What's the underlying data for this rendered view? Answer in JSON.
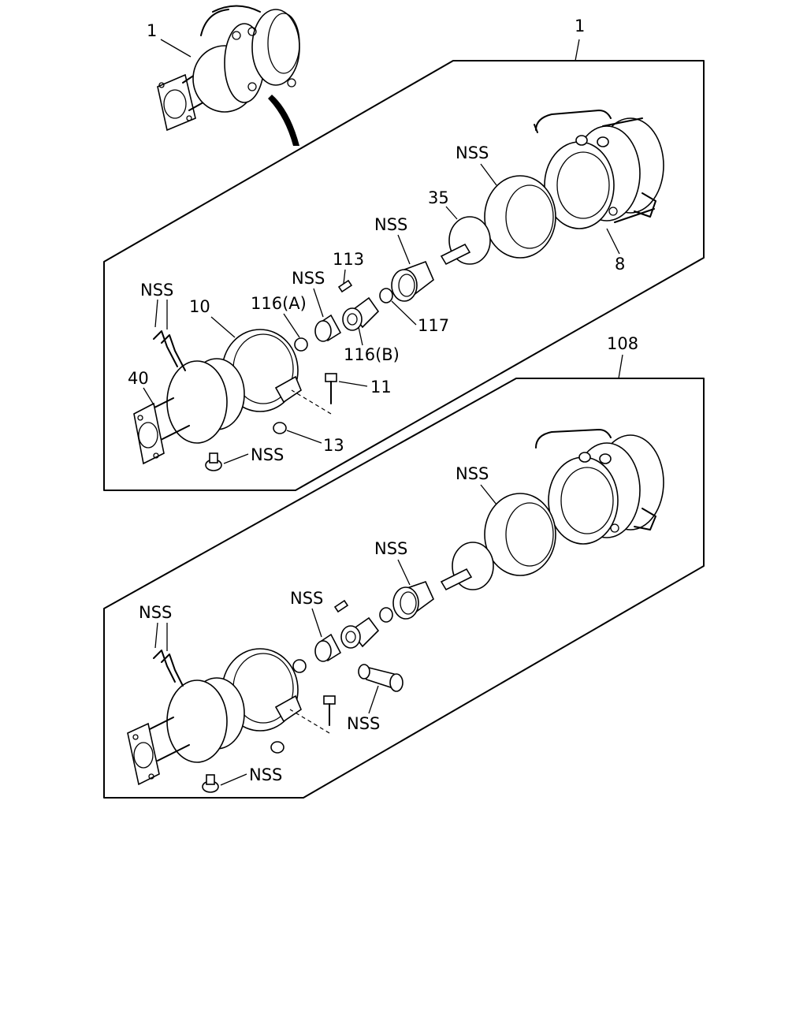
{
  "callouts": {
    "overview": "1",
    "assembly_top": "1",
    "assembly_bottom": "108",
    "p8": "8",
    "p35": "35",
    "p113": "113",
    "p116a": "116(A)",
    "p116b": "116(B)",
    "p117": "117",
    "p10": "10",
    "p40": "40",
    "p11": "11",
    "p13": "13",
    "nss": "NSS"
  }
}
